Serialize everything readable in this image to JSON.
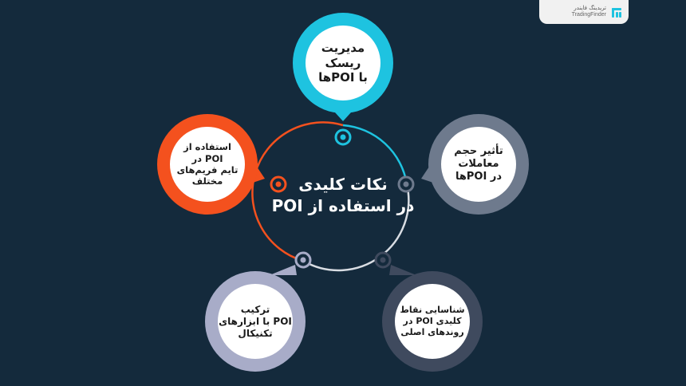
{
  "center": {
    "title": "نکات کلیدی\nدر استفاده از POI"
  },
  "items": [
    {
      "label": "مدیریت\nریسک\nبا POIها",
      "color": "#1ec3e0"
    },
    {
      "label": "تأثیر حجم\nمعاملات\nدر POIها",
      "color": "#6e7a8d"
    },
    {
      "label": "شناسایی نقاط\nکلیدی POI در\nروندهای اصلی",
      "color": "#3f4a5e"
    },
    {
      "label": "ترکیب\nPOI با ابزارهای\nتکنیکال",
      "color": "#a8acc8"
    },
    {
      "label": "استفاده از\nPOI در\nتایم فریم‌های\nمختلف",
      "color": "#f4511e"
    }
  ],
  "logo": {
    "fa": "تریدینگ فایندر",
    "en": "TradingFinder",
    "accent": "#1ec3e0"
  },
  "colors": {
    "background": "#142a3c",
    "ring": "#d9dde3"
  }
}
